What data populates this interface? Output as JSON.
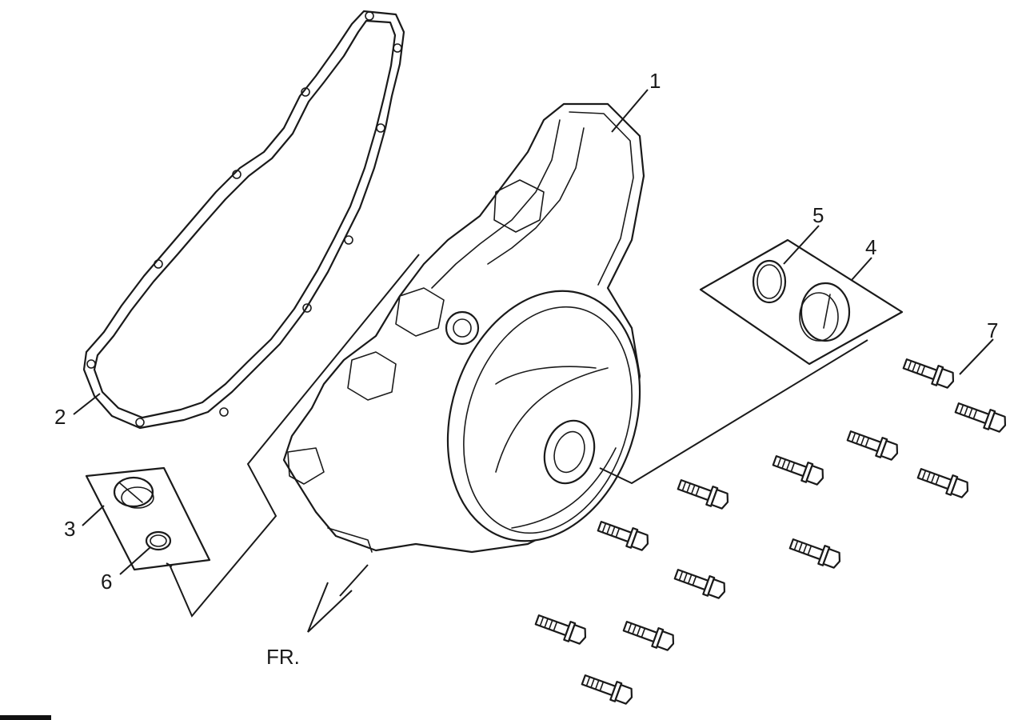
{
  "callouts": [
    {
      "id": "1",
      "label": "1"
    },
    {
      "id": "2",
      "label": "2"
    },
    {
      "id": "3",
      "label": "3"
    },
    {
      "id": "4",
      "label": "4"
    },
    {
      "id": "5",
      "label": "5"
    },
    {
      "id": "6",
      "label": "6"
    },
    {
      "id": "7",
      "label": "7"
    }
  ],
  "front_label": "FR.",
  "parts": [
    {
      "callout": "1",
      "icon": "crankcase-cover-icon"
    },
    {
      "callout": "2",
      "icon": "gasket-icon"
    },
    {
      "callout": "3",
      "icon": "plug-cap-icon"
    },
    {
      "callout": "4",
      "icon": "plug-cap-icon"
    },
    {
      "callout": "5",
      "icon": "o-ring-icon"
    },
    {
      "callout": "6",
      "icon": "o-ring-icon"
    },
    {
      "callout": "7",
      "icon": "flange-bolt-icon"
    }
  ]
}
